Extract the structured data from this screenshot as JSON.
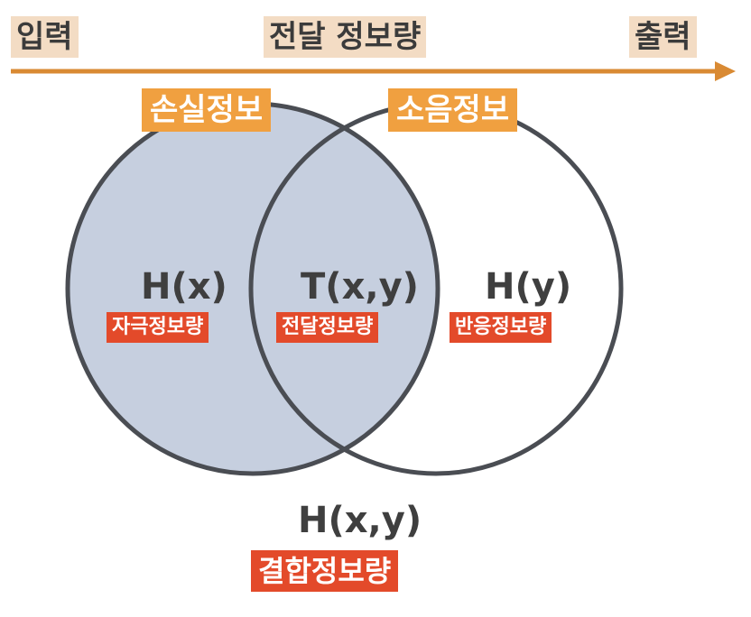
{
  "header": {
    "input_label": "입력",
    "transfer_label": "전달 정보량",
    "output_label": "출력"
  },
  "diagram": {
    "left_set": {
      "caption": "손실정보",
      "symbol": "H(x)",
      "name": "자극정보량"
    },
    "intersection": {
      "symbol": "T(x,y)",
      "name": "전달정보량"
    },
    "right_set": {
      "caption": "소음정보",
      "symbol": "H(y)",
      "name": "반응정보량"
    },
    "union": {
      "symbol": "H(x,y)",
      "name": "결합정보량"
    }
  },
  "colors": {
    "arrow": "#d98a33",
    "left_fill": "#c6cfdf",
    "circle_stroke": "#4a4d53",
    "caption_bg": "#f0a040",
    "name_bg": "#e34a2a",
    "header_bg": "#f3dcc4"
  }
}
